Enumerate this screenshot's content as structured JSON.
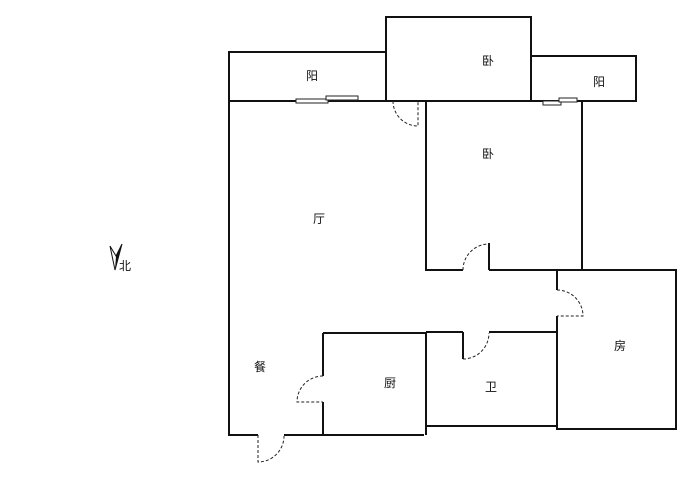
{
  "rooms": {
    "balcony_left": "阳",
    "bedroom_top": "卧",
    "balcony_right": "阳",
    "bedroom_main": "卧",
    "living_room": "厅",
    "dining": "餐",
    "kitchen": "厨",
    "bathroom": "卫",
    "room": "房"
  },
  "compass": {
    "label": "北"
  },
  "colors": {
    "wall": "#111111",
    "background": "#ffffff"
  }
}
